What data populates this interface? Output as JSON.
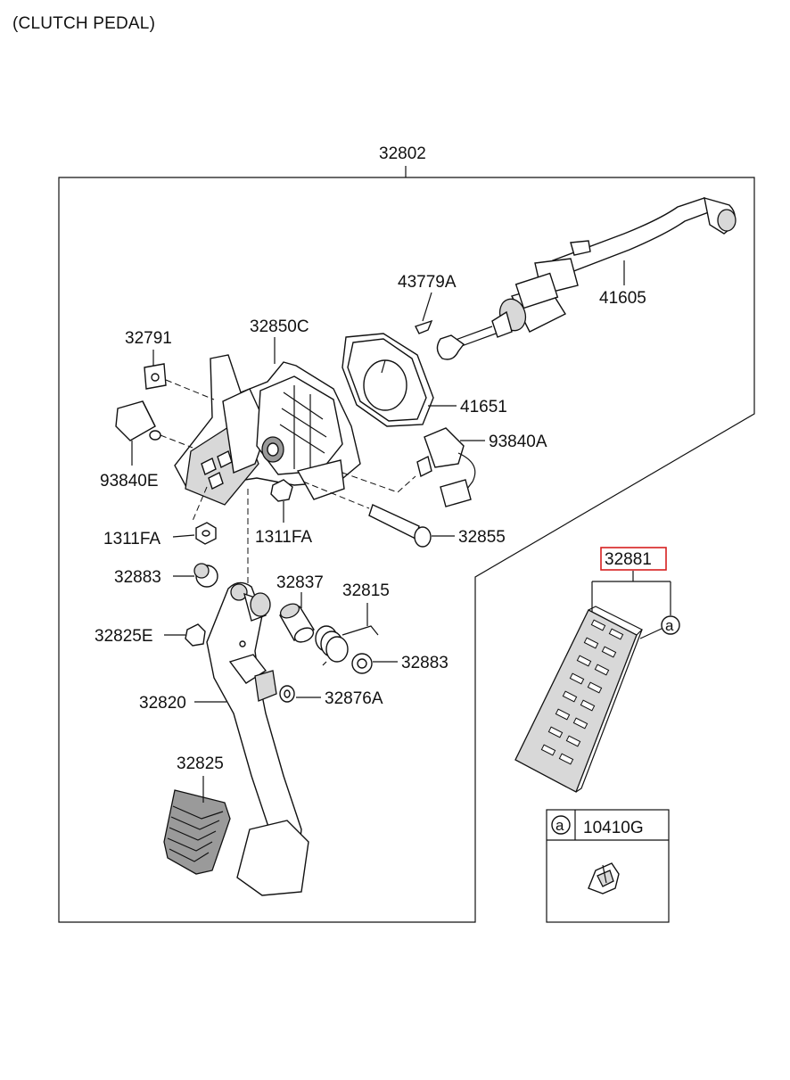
{
  "title": "(CLUTCH PEDAL)",
  "labels": {
    "assembly": "32802",
    "l_43779A": "43779A",
    "l_41605": "41605",
    "l_32791": "32791",
    "l_32850C": "32850C",
    "l_41651": "41651",
    "l_93840A": "93840A",
    "l_93840E": "93840E",
    "l_1311FA_left": "1311FA",
    "l_1311FA_mid": "1311FA",
    "l_32855": "32855",
    "l_32881": "32881",
    "l_32883_left": "32883",
    "l_32837": "32837",
    "l_32815": "32815",
    "l_32825E": "32825E",
    "l_32883_right": "32883",
    "l_32820": "32820",
    "l_32876A": "32876A",
    "l_32825": "32825",
    "ref_marker": "a",
    "legend_marker": "a",
    "legend_part": "10410G"
  },
  "colors": {
    "highlight": "#d62020",
    "line": "#111111",
    "shade": "#d8d8d8"
  }
}
